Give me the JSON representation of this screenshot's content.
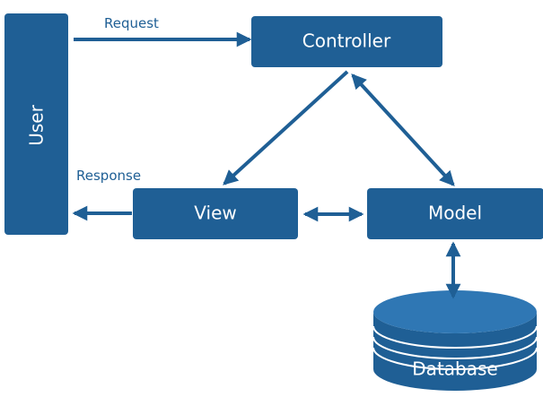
{
  "diagram": {
    "nodes": {
      "user": "User",
      "controller": "Controller",
      "view": "View",
      "model": "Model",
      "database": "Database"
    },
    "edge_labels": {
      "request": "Request",
      "response": "Response"
    }
  },
  "colors": {
    "box_fill": "#1f5f95",
    "arrow": "#1f5f95",
    "label_text": "#1f5f95",
    "box_text": "#ffffff",
    "database_top": "#2f77b4"
  }
}
